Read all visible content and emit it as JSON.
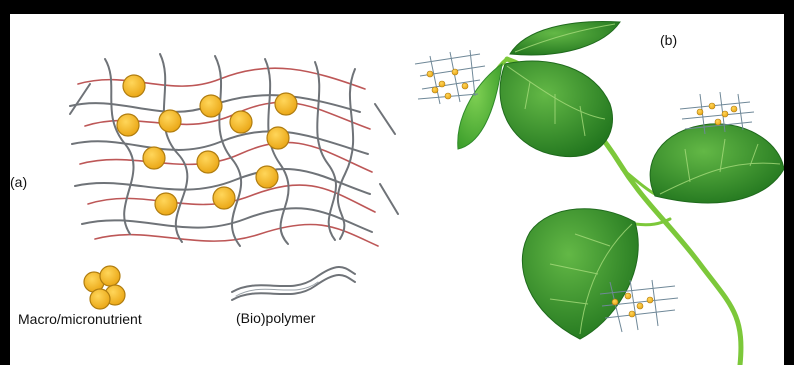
{
  "panel_a_label": "(a)",
  "panel_b_label": "(b)",
  "legend": {
    "nutrient_label": "Macro/micronutrient",
    "polymer_label": "(Bio)polymer"
  },
  "colors": {
    "nutrient_fill": "#f5b82e",
    "nutrient_stroke": "#b07d10",
    "strand_gray": "#6f7378",
    "strand_red": "#b23a3a",
    "leaf_dark": "#2f8a2a",
    "leaf_light": "#5cbf3a",
    "stem": "#7cc83a"
  }
}
